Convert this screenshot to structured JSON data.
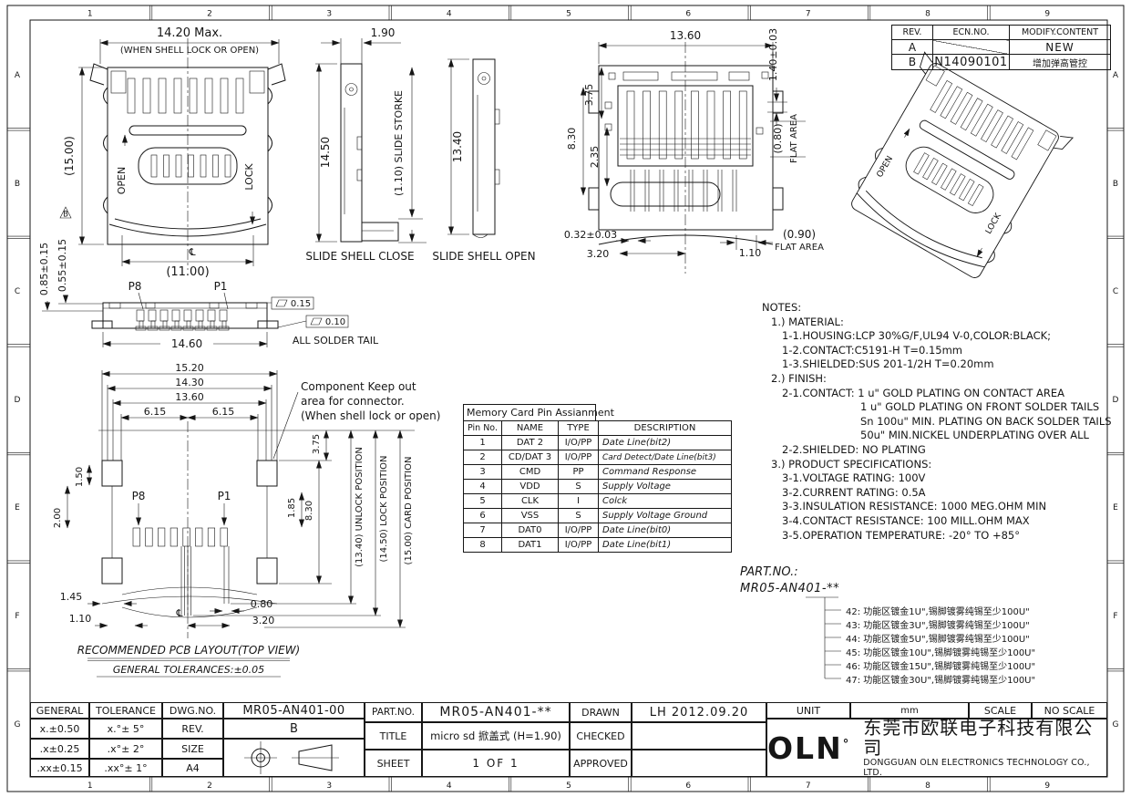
{
  "page": {
    "bg": "#ffffff",
    "ink": "#161616"
  },
  "zones": {
    "cols": [
      "1",
      "2",
      "3",
      "4",
      "5",
      "6",
      "7",
      "8",
      "9"
    ],
    "rows": [
      "A",
      "B",
      "C",
      "D",
      "E",
      "F",
      "G"
    ]
  },
  "rev_table": {
    "h_rev": "REV.",
    "h_ecn": "ECN.NO.",
    "h_mod": "MODIFY.CONTENT",
    "rows": [
      {
        "rev": "A",
        "ecn": "",
        "mod": "NEW"
      },
      {
        "rev": "B",
        "ecn": "N14090101",
        "mod": "增加弹高管控"
      }
    ]
  },
  "front_view": {
    "dim_width_max": "14.20 Max.",
    "cond": "(WHEN SHELL LOCK OR OPEN)",
    "dim_height": "(15.00)",
    "dim_width_card": "(11.00)",
    "dim_a": "0.85±0.15",
    "dim_b": "0.55±0.15",
    "flag": "B",
    "open": "OPEN",
    "lock": "LOCK",
    "cl": "℄"
  },
  "side_close": {
    "dim_thk": "1.90",
    "dim_h": "14.50",
    "stroke_label": "(1.10) SLIDE STORKE",
    "caption": "SLIDE SHELL CLOSE"
  },
  "side_open": {
    "dim_h": "13.40",
    "caption": "SLIDE SHELL OPEN"
  },
  "bottom_view": {
    "dim_w": "13.60",
    "dim_lead": "1.40±0.03",
    "dim_375": "3.75",
    "dim_830": "8.30",
    "dim_235": "2.35",
    "dim_080": "(0.80)",
    "flat1": "FLAT AREA",
    "dim_032": "0.32±0.03",
    "dim_320": "3.20",
    "dim_110": "1.10",
    "dim_090": "(0.90)",
    "flat2": "FLAT AREA"
  },
  "persp": {
    "open": "OPEN",
    "lock": "LOCK"
  },
  "solder_view": {
    "p8": "P8",
    "p1": "P1",
    "dim_w": "14.60",
    "flat_top": "0.15",
    "flat_bottom": "0.10",
    "caption": "ALL SOLDER TAIL"
  },
  "pcb": {
    "dim_1520": "15.20",
    "dim_1430": "14.30",
    "dim_1360": "13.60",
    "dim_615l": "6.15",
    "dim_615r": "6.15",
    "dim_375": "3.75",
    "dim_185": "1.85",
    "dim_830": "8.30",
    "dim_150": "1.50",
    "dim_200": "2.00",
    "dim_145": "1.45",
    "dim_110": "1.10",
    "dim_080": "0.80",
    "dim_320": "3.20",
    "cl": "℄",
    "p8": "P8",
    "p1": "P1",
    "keepout1": "Component Keep out",
    "keepout2": "area for connector.",
    "keepout3": "(When shell lock or open)",
    "unlock": "(13.40) UNLOCK POSITION",
    "lock": "(14.50) LOCK POSITION",
    "card": "(15.00) CARD POSITION",
    "caption1": "RECOMMENDED PCB LAYOUT(TOP VIEW)",
    "caption2": "GENERAL TOLERANCES:±0.05"
  },
  "pin_table": {
    "title": "Memory Card Pin Assianment",
    "headers": [
      "Pin No.",
      "NAME",
      "TYPE",
      "DESCRIPTION"
    ],
    "rows": [
      [
        "1",
        "DAT 2",
        "I/O/PP",
        "Date Line(bit2)"
      ],
      [
        "2",
        "CD/DAT 3",
        "I/O/PP",
        "Card Detect/Date Line(bit3)"
      ],
      [
        "3",
        "CMD",
        "PP",
        "Command Response"
      ],
      [
        "4",
        "VDD",
        "S",
        "Supply Voltage"
      ],
      [
        "5",
        "CLK",
        "I",
        "Colck"
      ],
      [
        "6",
        "VSS",
        "S",
        "Supply Voltage Ground"
      ],
      [
        "7",
        "DAT0",
        "I/O/PP",
        "Date Line(bit0)"
      ],
      [
        "8",
        "DAT1",
        "I/O/PP",
        "Date Line(bit1)"
      ]
    ]
  },
  "notes": {
    "lines": [
      "NOTES:",
      "1.) MATERIAL:",
      "1-1.HOUSING:LCP  30%G/F,UL94 V-0,COLOR:BLACK;",
      "1-2.CONTACT:C5191-H  T=0.15mm",
      "1-3.SHIELDED:SUS 201-1/2H  T=0.20mm",
      "2.) FINISH:",
      "2-1.CONTACT: 1 u\" GOLD PLATING ON CONTACT AREA",
      "1 u\" GOLD PLATING ON FRONT SOLDER TAILS",
      "Sn 100u\" MIN. PLATING ON BACK SOLDER TAILS",
      "50u\" MIN.NICKEL UNDERPLATING OVER ALL",
      "2-2.SHIELDED: NO PLATING",
      "3.) PRODUCT SPECIFICATIONS:",
      "3-1.VOLTAGE RATING: 100V",
      "3-2.CURRENT RATING: 0.5A",
      "3-3.INSULATION RESISTANCE: 1000 MEG.OHM MIN",
      "3-4.CONTACT RESISTANCE: 100 MILL.OHM MAX",
      "3-5.OPERATION TEMPERATURE: -20° TO +85°"
    ]
  },
  "part_no": {
    "label": "PART.NO.:",
    "base": "MR05-AN401-**",
    "options": [
      "42: 功能区镀金1U\",锡脚镀雾纯锡至少100U\"",
      "43: 功能区镀金3U\",锡脚镀雾纯锡至少100U\"",
      "44: 功能区镀金5U\",锡脚镀雾纯锡至少100U\"",
      "45: 功能区镀金10U\",锡脚镀雾纯锡至少100U\"",
      "46: 功能区镀金15U\",锡脚镀雾纯锡至少100U\"",
      "47: 功能区镀金30U\",锡脚镀雾纯锡至少100U\""
    ]
  },
  "title_block": {
    "general_label": "GENERAL",
    "tolerance_label": "TOLERANCE",
    "tol_rows": [
      [
        "x.±0.50",
        "x.°± 5°"
      ],
      [
        ".x±0.25",
        ".x°± 2°"
      ],
      [
        ".xx±0.15",
        ".xx°± 1°"
      ]
    ],
    "dwg_label": "DWG.NO.",
    "dwg_no": "MR05-AN401-00",
    "rev_label": "REV.",
    "rev_value": "B",
    "size_label": "SIZE",
    "size_value": "A4",
    "part_label": "PART.NO.",
    "part_value": "MR05-AN401-**",
    "title_label": "TITLE",
    "title_value": "micro sd 掀盖式 (H=1.90)",
    "sheet_label": "SHEET",
    "sheet_value": "1 OF 1",
    "drawn_label": "DRAWN",
    "drawn_value": "LH 2012.09.20",
    "checked_label": "CHECKED",
    "approved_label": "APPROVED",
    "unit_label": "UNIT",
    "unit_value": "mm",
    "scale_label": "SCALE",
    "scale_value": "NO SCALE",
    "company_logo": "OLN",
    "company_reg": "°",
    "company_cn": "东莞市欧联电子科技有限公司",
    "company_en": "DONGGUAN OLN ELECTRONICS TECHNOLOGY CO., LTD."
  }
}
